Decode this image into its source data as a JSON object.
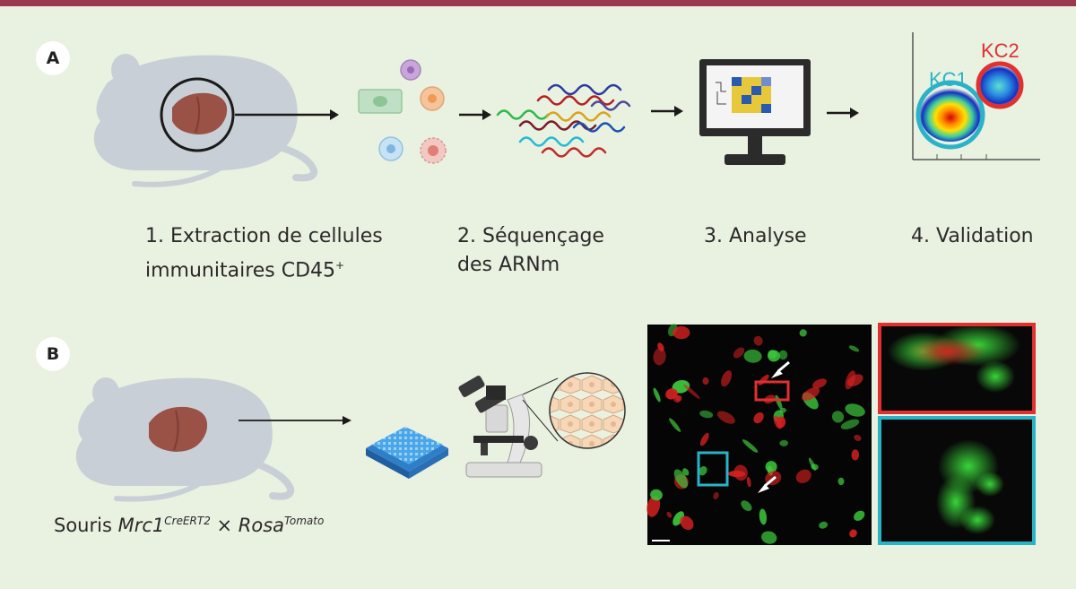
{
  "panels": {
    "a_label": "A",
    "b_label": "B"
  },
  "steps": [
    {
      "line1": "1. Extraction de cellules",
      "line2": "immunitaires CD45",
      "sup": "+"
    },
    {
      "line1": "2. Séquençage",
      "line2": "des ARNm"
    },
    {
      "line1": "3. Analyse"
    },
    {
      "line1": "4. Validation"
    }
  ],
  "clusters": {
    "kc1": "KC1",
    "kc2": "KC2"
  },
  "caption": {
    "prefix": "Souris ",
    "gene1": "Mrc1",
    "gene1_sup": "CreERT2",
    "times": " × ",
    "gene2": "Rosa",
    "gene2_sup": "Tomato"
  },
  "colors": {
    "background": "#e9f1e0",
    "top_bar": "#9a3a4e",
    "kc1": "#2ab3c7",
    "kc2": "#e03030",
    "liver": "#9a5146",
    "mouse": "#c9cfd6"
  }
}
